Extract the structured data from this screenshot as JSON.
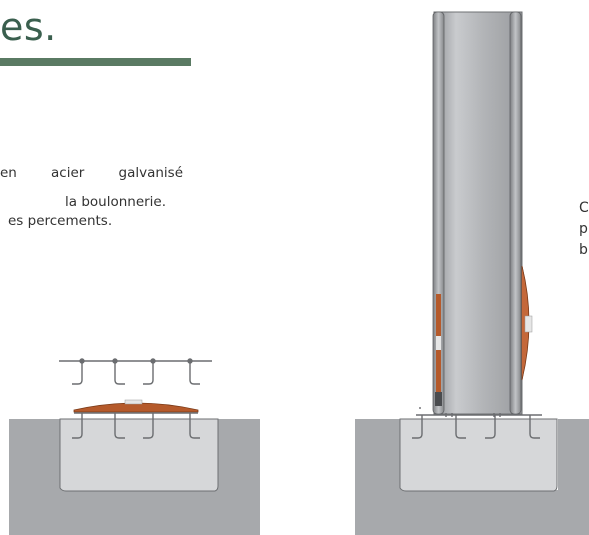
{
  "heading": "es.",
  "body_lines": [
    "en acier galvanisé",
    "la boulonnerie.",
    "es percements."
  ],
  "side_fragments": [
    "C",
    "p",
    "b"
  ],
  "colors": {
    "heading": "#3a5f4e",
    "rule": "#5a7a63",
    "ground": "#a7a9ac",
    "concrete": "#d6d7d9",
    "plate": "#b55a2b",
    "pole": "#b9bbbe"
  },
  "illustrations": [
    {
      "name": "anchor-cage-and-base-plate"
    },
    {
      "name": "pole-installed-on-foundation"
    }
  ]
}
